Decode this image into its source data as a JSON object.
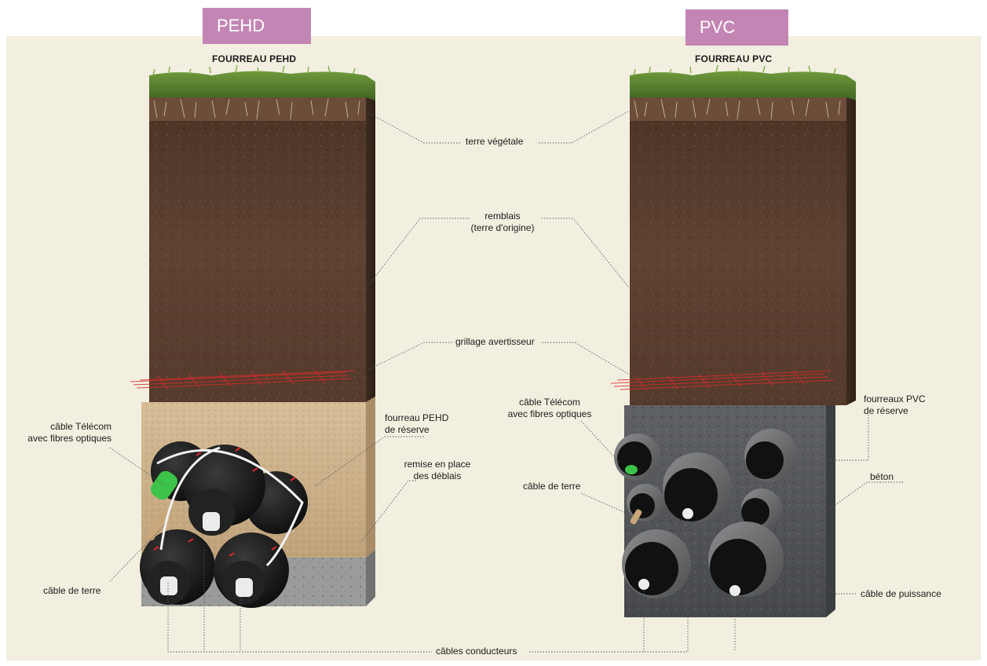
{
  "panels": {
    "left": {
      "tag": "PEHD",
      "title": "FOURREAU PEHD"
    },
    "right": {
      "tag": "PVC",
      "title": "FOURREAU PVC"
    }
  },
  "labels": {
    "topsoil": "terre végétale",
    "backfill_1": "remblais",
    "backfill_2": "(terre d'origine)",
    "warning_mesh": "grillage avertisseur",
    "left_telecom_1": "câble Télécom",
    "left_telecom_2": "avec fibres optiques",
    "left_spare_1": "fourreau PEHD",
    "left_spare_2": "de réserve",
    "left_refill_1": "remise en place",
    "left_refill_2": "des déblais",
    "left_earth": "câble de terre",
    "right_telecom_1": "câble Télécom",
    "right_telecom_2": "avec fibres optiques",
    "right_spare_1": "fourreaux PVC",
    "right_spare_2": "de réserve",
    "right_concrete": "béton",
    "right_earth": "câble de terre",
    "right_power": "câble de puissance",
    "conductors": "câbles conducteurs"
  },
  "colors": {
    "tag_bg": "#c386b4",
    "backdrop": "#f2efe0",
    "grass": "#4f7a2b",
    "soil": "#5c4030",
    "sand": "#c8ad85",
    "concrete": "#55585a",
    "gravel": "#9a9c9a",
    "mesh": "#d92a2a",
    "fibre": "#3ec34a",
    "conduit_pehd": "#1a1a1a",
    "conduit_pvc": "#6e7072"
  }
}
